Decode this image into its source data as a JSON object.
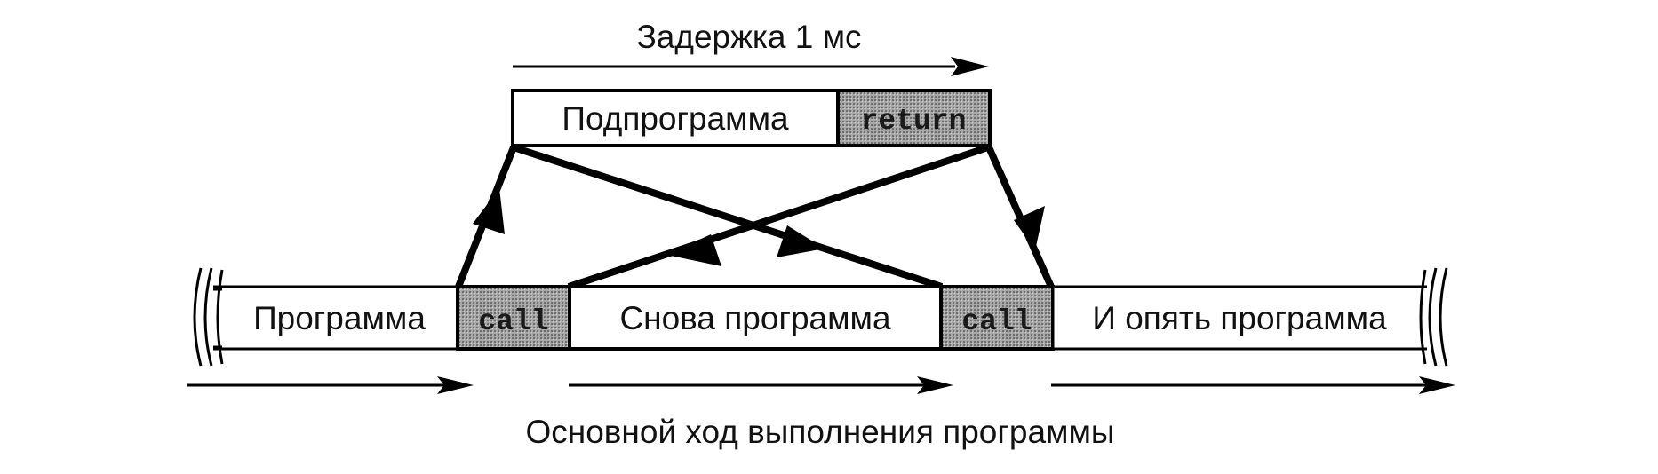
{
  "top": {
    "delay_label": "Задержка 1 мс",
    "subroutine_label": "Подпрограмма",
    "return_label": "return"
  },
  "strip": {
    "program_label": "Программа",
    "call1_label": "call",
    "again_label": "Снова программа",
    "call2_label": "call",
    "yet_again_label": "И опять программа"
  },
  "bottom": {
    "main_flow_label": "Основной ход выполнения программы"
  },
  "colors": {
    "line": "#000000",
    "code_fill": "#9a9a9a",
    "background": "#ffffff"
  }
}
